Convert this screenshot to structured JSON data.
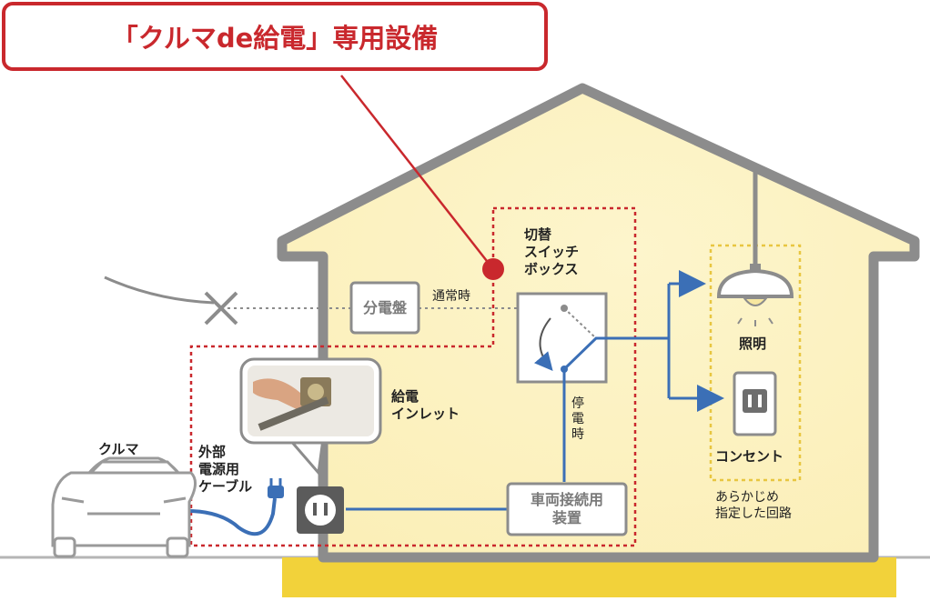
{
  "title": "「クルマde給電」専用設備",
  "labels": {
    "switch_box": "切替\nスイッチ\nボックス",
    "normal_time": "通常時",
    "power_outage": "停電時",
    "distribution_board": "分電盤",
    "power_inlet": "給電\nインレット",
    "car": "クルマ",
    "external_cable": "外部\n電源用\nケーブル",
    "vehicle_device": "車両接続用\n装置",
    "lighting": "照明",
    "outlet": "コンセント",
    "predetermined_circuit": "あらかじめ\n指定した回路"
  },
  "colors": {
    "accent_red": "#c9282d",
    "wire_blue": "#3b6fb6",
    "house_gray": "#8c8c8c",
    "house_fill": "#fdf6d2",
    "foundation_yellow": "#f2d23a",
    "dashed_yellow": "#e8c640"
  }
}
